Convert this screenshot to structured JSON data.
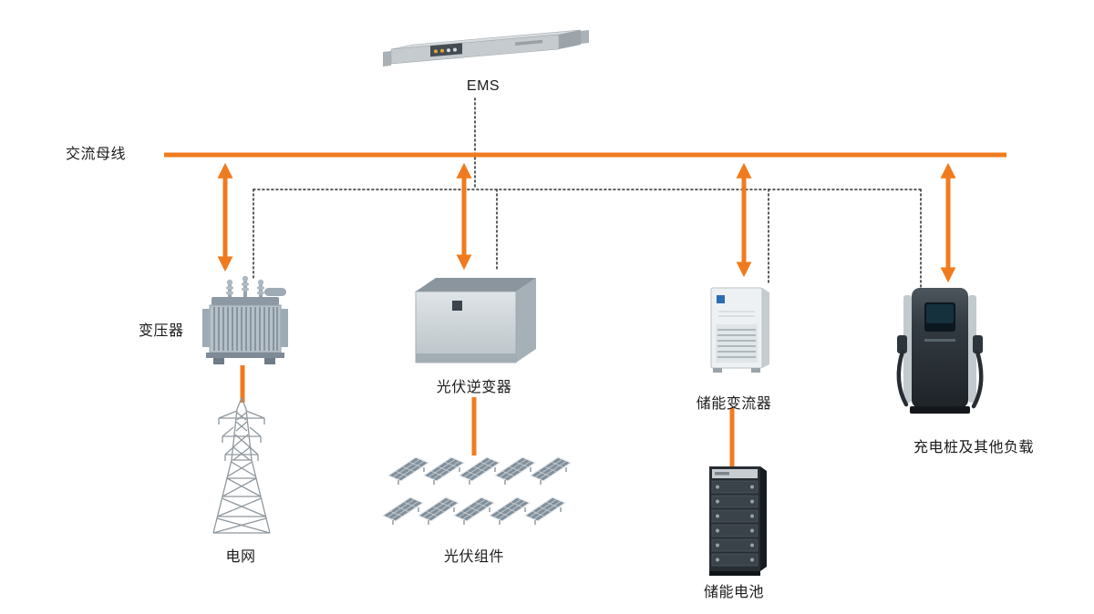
{
  "diagram": {
    "ems": {
      "label": "EMS",
      "icon": "rack-server-illustration"
    },
    "ac_bus": {
      "label": "交流母线"
    },
    "devices": {
      "transformer": {
        "label": "变压器",
        "icon": "transformer-illustration"
      },
      "pv_inverter": {
        "label": "光伏逆变器",
        "icon": "inverter-cabinet-illustration"
      },
      "storage_converter": {
        "label": "储能变流器",
        "icon": "pcs-unit-illustration"
      },
      "charging_load": {
        "label": "充电桩及其他负载",
        "icon": "ev-charger-illustration"
      }
    },
    "endpoints": {
      "grid": {
        "label": "电网",
        "icon": "transmission-tower-illustration"
      },
      "pv_modules": {
        "label": "光伏组件",
        "icon": "solar-array-illustration"
      },
      "storage_battery": {
        "label": "储能电池",
        "icon": "battery-cabinet-illustration"
      }
    },
    "colors": {
      "power_line": "#F07B1E",
      "comm_line": "#4A4A4A",
      "text": "#1C1C1C"
    }
  }
}
